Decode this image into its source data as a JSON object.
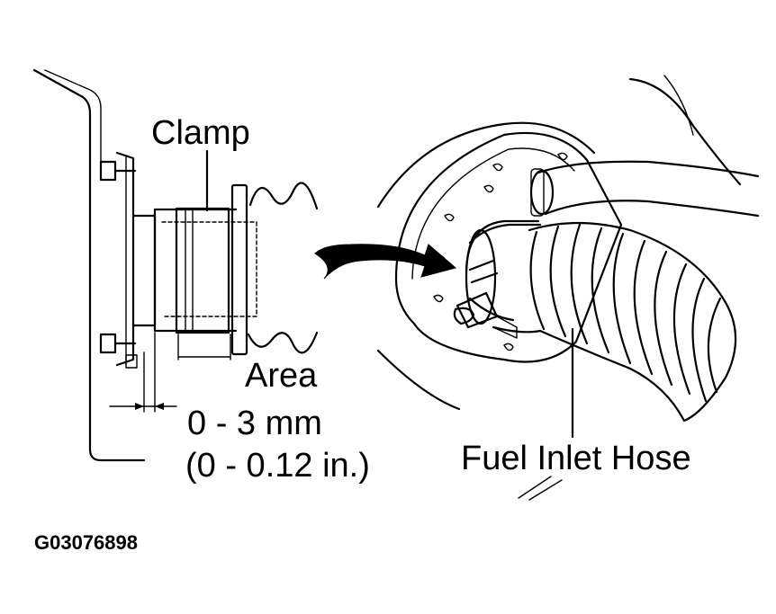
{
  "labels": {
    "clamp": "Clamp",
    "area": "Area",
    "range_mm": "0 - 3 mm",
    "range_in": "(0 - 0.12 in.)",
    "hose": "Fuel Inlet Hose",
    "figure_code": "G03076898"
  },
  "colors": {
    "ink": "#000000",
    "paper": "#ffffff"
  }
}
